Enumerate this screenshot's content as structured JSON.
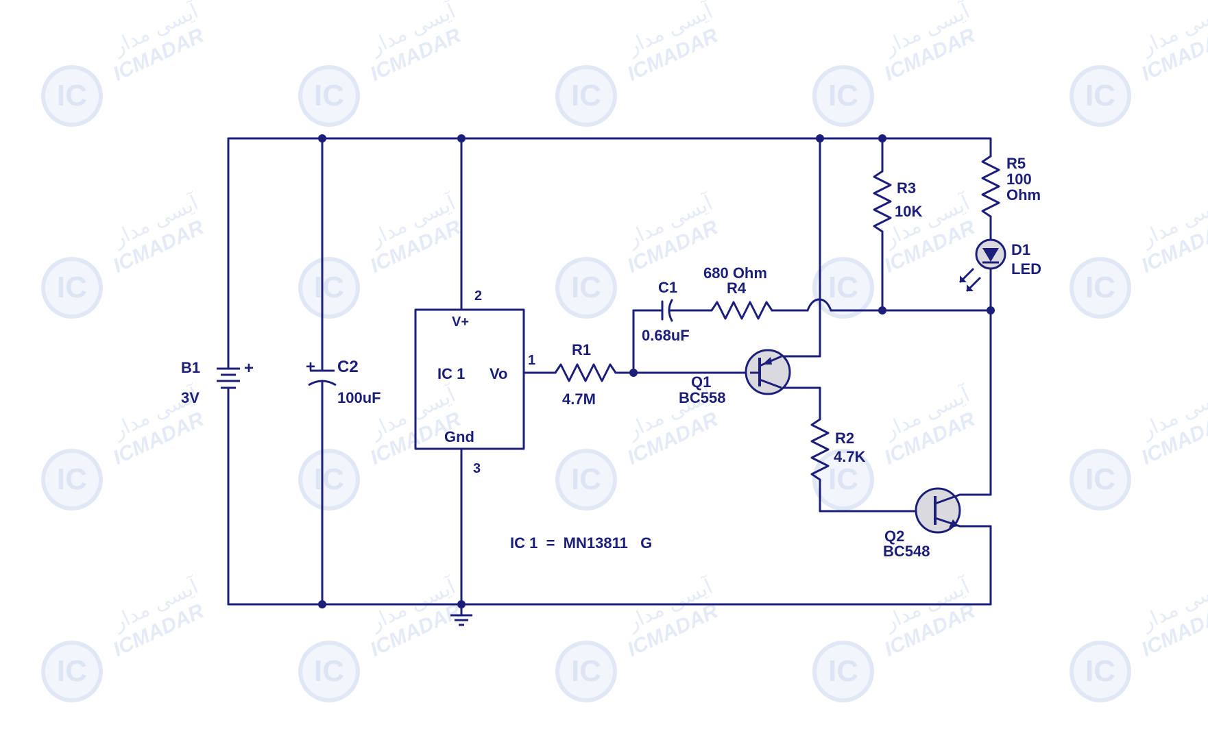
{
  "watermark": {
    "persian": "آیسی مدار",
    "latin": "ICMADAR",
    "badge": "IC"
  },
  "components": {
    "b1": {
      "ref": "B1",
      "value": "3V",
      "plus": "+"
    },
    "c2": {
      "ref": "C2",
      "value": "100uF",
      "plus": "+"
    },
    "ic1": {
      "name": "IC 1",
      "pin_vplus": "V+",
      "pin_vo": "Vo",
      "pin_gnd": "Gnd",
      "pin2": "2",
      "pin1": "1",
      "pin3": "3"
    },
    "r1": {
      "ref": "R1",
      "value": "4.7M"
    },
    "c1": {
      "ref": "C1",
      "value": "0.68uF"
    },
    "r4": {
      "ref": "R4",
      "value": "680 Ohm"
    },
    "r3": {
      "ref": "R3",
      "value": "10K"
    },
    "r5": {
      "ref": "R5",
      "value_line1": "100",
      "value_line2": "Ohm"
    },
    "d1": {
      "ref": "D1",
      "value": "LED"
    },
    "q1": {
      "ref": "Q1",
      "value": "BC558"
    },
    "r2": {
      "ref": "R2",
      "value": "4.7K"
    },
    "q2": {
      "ref": "Q2",
      "value": "BC548"
    }
  },
  "note": "IC 1  =  MN13811   G",
  "colors": {
    "wire": "#1c1f7a",
    "transistor_fill": "#d9d9de",
    "watermark": "#c9d5ee"
  }
}
